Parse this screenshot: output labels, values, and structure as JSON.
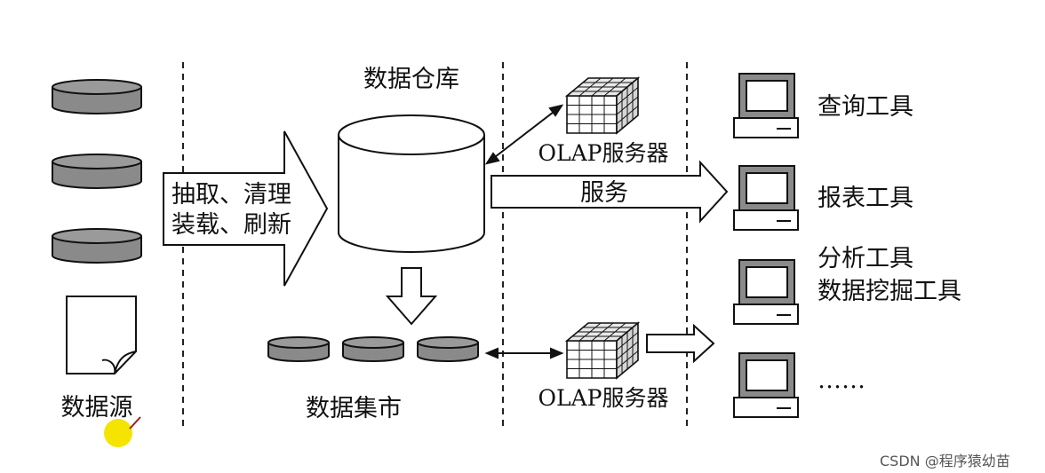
{
  "sources": {
    "label": "数据源"
  },
  "etl": {
    "line1": "抽取、清理",
    "line2": "装载、刷新"
  },
  "warehouse": {
    "title": "数据仓库"
  },
  "marts": {
    "label": "数据集市"
  },
  "olap_top": {
    "label": "OLAP服务器"
  },
  "olap_bottom": {
    "label": "OLAP服务器"
  },
  "service": {
    "label": "服务"
  },
  "tools": {
    "query": "查询工具",
    "report": "报表工具",
    "analysis": "分析工具",
    "mining": "数据挖掘工具",
    "more": "……"
  },
  "watermark": "CSDN @程序猿幼苗",
  "colors": {
    "disk": "#8a8a8a",
    "cylinder_fill": "#ffffff",
    "stroke": "#111111",
    "cursor": "#f5e400"
  }
}
